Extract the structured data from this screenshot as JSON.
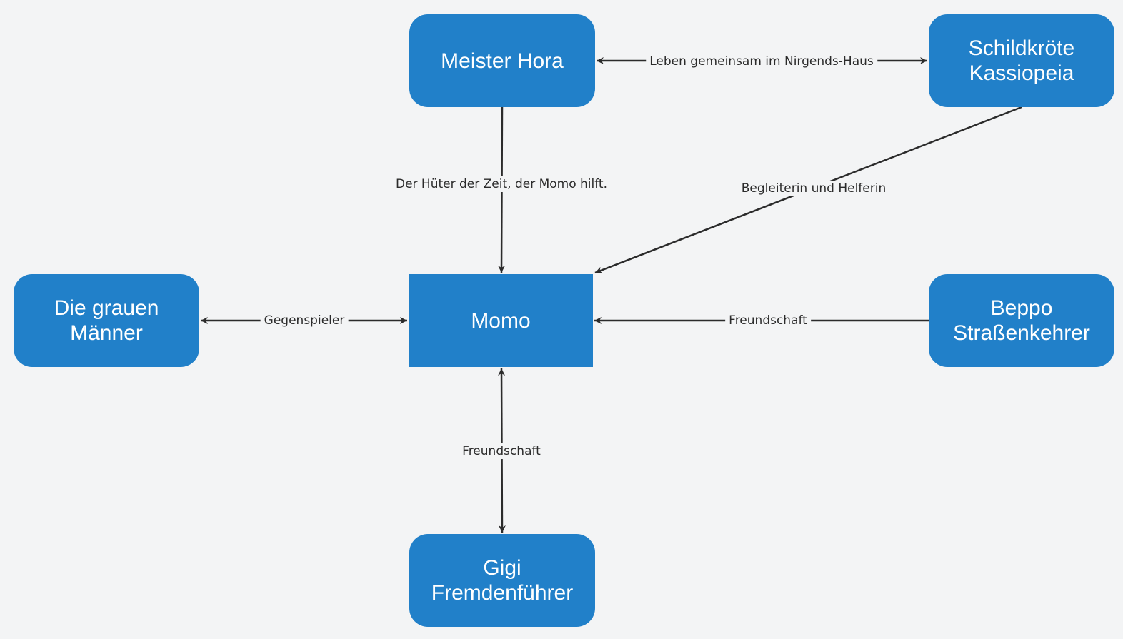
{
  "nodes": {
    "hora": {
      "lines": [
        "Meister Hora"
      ]
    },
    "kass": {
      "lines": [
        "Schildkröte",
        "Kassiopeia"
      ]
    },
    "grauen": {
      "lines": [
        "Die grauen",
        "Männer"
      ]
    },
    "momo": {
      "lines": [
        "Momo"
      ]
    },
    "beppo": {
      "lines": [
        "Beppo",
        "Straßenkehrer"
      ]
    },
    "gigi": {
      "lines": [
        "Gigi",
        "Fremdenführer"
      ]
    }
  },
  "edges": [
    {
      "from": "hora",
      "to": "kass",
      "label": "Leben gemeinsam im Nirgends-Haus",
      "direction": "both"
    },
    {
      "from": "hora",
      "to": "momo",
      "label": "Der Hüter der Zeit, der Momo hilft.",
      "direction": "forward"
    },
    {
      "from": "kass",
      "to": "momo",
      "label": "Begleiterin und Helferin",
      "direction": "forward"
    },
    {
      "from": "grauen",
      "to": "momo",
      "label": "Gegenspieler",
      "direction": "both"
    },
    {
      "from": "beppo",
      "to": "momo",
      "label": "Freundschaft",
      "direction": "forward"
    },
    {
      "from": "momo",
      "to": "gigi",
      "label": "Freundschaft",
      "direction": "both"
    }
  ],
  "colors": {
    "node_fill": "#2180c9",
    "node_text": "#ffffff",
    "edge": "#2b2b2b",
    "background": "#f3f4f5"
  }
}
